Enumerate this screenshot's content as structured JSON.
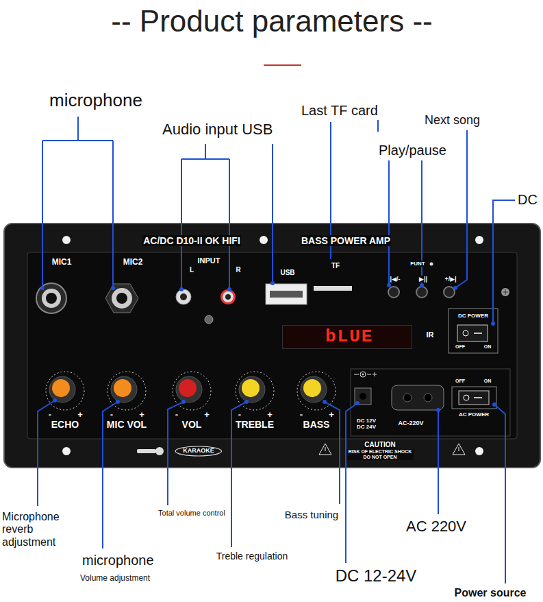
{
  "diagram": {
    "title": "-- Product parameters --",
    "nodes": [
      {
        "text": [
          "bLUE"
        ]
      },
      {
        "text": [
          "KARAOKE"
        ]
      }
    ],
    "labels": [
      "microphone",
      "Audio input USB",
      "Last TF card",
      "Next song",
      "Play/pause",
      "DC",
      "AC/DC D10-II OK HIFI",
      "BASS POWER AMP",
      "MIC1",
      "MIC2",
      "INPUT",
      "L",
      "R",
      "USB",
      "TF",
      "FUNT",
      "|◀/-",
      "▶||",
      "+/▶|",
      "DC POWER",
      "IR",
      "OFF",
      "ON",
      "OFF",
      "ON",
      "AC POWER",
      "-",
      "+",
      "-",
      "+",
      "-",
      "+",
      "-",
      "+",
      "-",
      "+",
      "ECHO",
      "MIC VOL",
      "VOL",
      "TREBLE",
      "BASS",
      "DC 12V DC 24V",
      "AC-220V",
      "CAUTION",
      "RISK OF ELECTRIC SHOCK DO NOT OPEN",
      "Microphone reverb adjustment",
      "Total volume control",
      "Bass tuning",
      "AC 220V",
      "microphone",
      "Treble regulation",
      "Volume adjustment",
      "DC 12-24V",
      "Power source"
    ]
  }
}
